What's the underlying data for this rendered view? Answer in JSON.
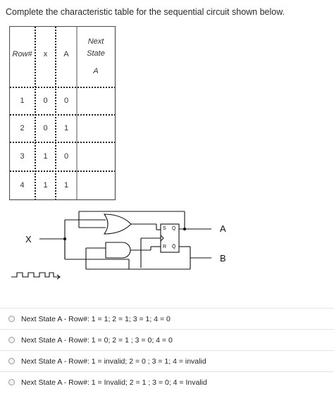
{
  "question": "Complete the characteristic table for the sequential circuit shown below.",
  "table": {
    "headers": {
      "row": "Row#",
      "x": "x",
      "a": "A",
      "next1": "Next",
      "next2": "State",
      "next3": "A"
    },
    "rows": [
      {
        "row": "1",
        "x": "0",
        "a": "0"
      },
      {
        "row": "2",
        "x": "0",
        "a": "1"
      },
      {
        "row": "3",
        "x": "1",
        "a": "0"
      },
      {
        "row": "4",
        "x": "1",
        "a": "1"
      }
    ]
  },
  "circuit": {
    "input_label": "X",
    "output_a": "A",
    "output_b": "B",
    "ff_s": "S",
    "ff_q": "Q",
    "ff_r": "R",
    "ff_qbar": "Q̄"
  },
  "options": [
    "Next State A - Row#: 1 = 1; 2 = 1; 3 = 1; 4 = 0",
    "Next State A - Row#: 1 = 0; 2 = 1 ; 3 = 0; 4 = 0",
    "Next State A - Row#: 1 = invalid; 2 = 0 ; 3 = 1; 4 = invalid",
    "Next State A - Row#: 1 = Invalid; 2 = 1 ; 3 = 0; 4 = Invalid"
  ]
}
